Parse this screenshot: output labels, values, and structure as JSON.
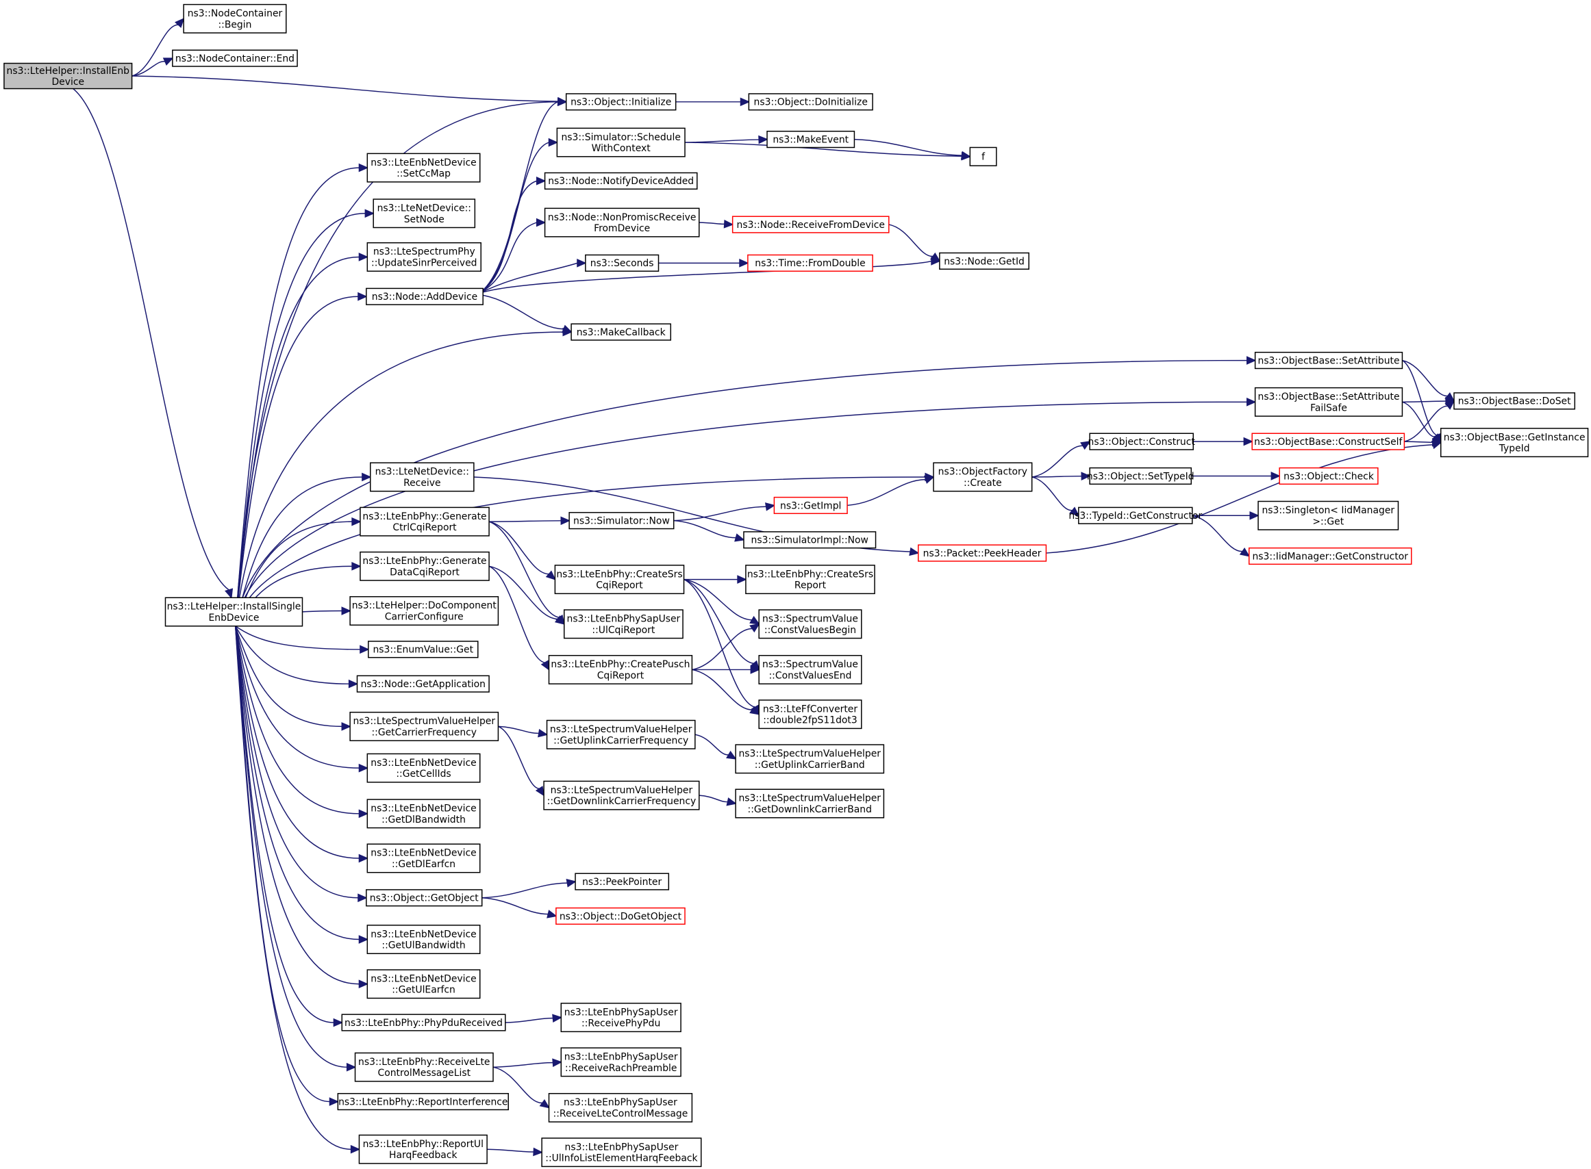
{
  "title": "Call graph of ns3::LteHelper::InstallEnbDevice",
  "colors": {
    "edge": "#191970",
    "root_fill": "#bfbfbf",
    "broken_border": "#ff0000",
    "border": "#000000"
  },
  "nodes": [
    {
      "id": "root",
      "lines": [
        "ns3::LteHelper::InstallEnb",
        "Device"
      ],
      "style": "root"
    },
    {
      "id": "ncBegin",
      "lines": [
        "ns3::NodeContainer",
        "::Begin"
      ]
    },
    {
      "id": "ncEnd",
      "lines": [
        "ns3::NodeContainer::End"
      ]
    },
    {
      "id": "objInit",
      "lines": [
        "ns3::Object::Initialize"
      ]
    },
    {
      "id": "objDoInit",
      "lines": [
        "ns3::Object::DoInitialize"
      ]
    },
    {
      "id": "schedCtx",
      "lines": [
        "ns3::Simulator::Schedule",
        "WithContext"
      ]
    },
    {
      "id": "makeEvent",
      "lines": [
        "ns3::MakeEvent"
      ]
    },
    {
      "id": "f",
      "lines": [
        "f"
      ]
    },
    {
      "id": "notifyDev",
      "lines": [
        "ns3::Node::NotifyDeviceAdded"
      ]
    },
    {
      "id": "nonPromisc",
      "lines": [
        "ns3::Node::NonPromiscReceive",
        "FromDevice"
      ]
    },
    {
      "id": "recvFromDev",
      "lines": [
        "ns3::Node::ReceiveFromDevice"
      ],
      "style": "red"
    },
    {
      "id": "nodeGetId",
      "lines": [
        "ns3::Node::GetId"
      ]
    },
    {
      "id": "seconds",
      "lines": [
        "ns3::Seconds"
      ]
    },
    {
      "id": "fromDouble",
      "lines": [
        "ns3::Time::FromDouble"
      ],
      "style": "red"
    },
    {
      "id": "setCcMap",
      "lines": [
        "ns3::LteEnbNetDevice",
        "::SetCcMap"
      ]
    },
    {
      "id": "setNode",
      "lines": [
        "ns3::LteNetDevice::",
        "SetNode"
      ]
    },
    {
      "id": "updSinr",
      "lines": [
        "ns3::LteSpectrumPhy",
        "::UpdateSinrPerceived"
      ]
    },
    {
      "id": "addDevice",
      "lines": [
        "ns3::Node::AddDevice"
      ]
    },
    {
      "id": "makeCallback",
      "lines": [
        "ns3::MakeCallback"
      ]
    },
    {
      "id": "setAttr",
      "lines": [
        "ns3::ObjectBase::SetAttribute"
      ]
    },
    {
      "id": "setAttrFS",
      "lines": [
        "ns3::ObjectBase::SetAttribute",
        "FailSafe"
      ]
    },
    {
      "id": "doSet",
      "lines": [
        "ns3::ObjectBase::DoSet"
      ]
    },
    {
      "id": "getInstTid",
      "lines": [
        "ns3::ObjectBase::GetInstance",
        "TypeId"
      ]
    },
    {
      "id": "construct",
      "lines": [
        "ns3::Object::Construct"
      ]
    },
    {
      "id": "constructSelf",
      "lines": [
        "ns3::ObjectBase::ConstructSelf"
      ],
      "style": "red"
    },
    {
      "id": "ofCreate",
      "lines": [
        "ns3::ObjectFactory",
        "::Create"
      ]
    },
    {
      "id": "setTypeId",
      "lines": [
        "ns3::Object::SetTypeId"
      ]
    },
    {
      "id": "objCheck",
      "lines": [
        "ns3::Object::Check"
      ],
      "style": "red"
    },
    {
      "id": "tidGetCtor",
      "lines": [
        "ns3::TypeId::GetConstructor"
      ]
    },
    {
      "id": "singleton",
      "lines": [
        "ns3::Singleton< IidManager",
        ">::Get"
      ]
    },
    {
      "id": "iidGetCtor",
      "lines": [
        "ns3::IidManager::GetConstructor"
      ],
      "style": "red"
    },
    {
      "id": "lndReceive",
      "lines": [
        "ns3::LteNetDevice::",
        "Receive"
      ]
    },
    {
      "id": "peekHeader",
      "lines": [
        "ns3::Packet::PeekHeader"
      ],
      "style": "red"
    },
    {
      "id": "getImpl",
      "lines": [
        "ns3::GetImpl"
      ],
      "style": "red"
    },
    {
      "id": "simNow",
      "lines": [
        "ns3::Simulator::Now"
      ]
    },
    {
      "id": "simImplNow",
      "lines": [
        "ns3::SimulatorImpl::Now"
      ]
    },
    {
      "id": "genCtrlCqi",
      "lines": [
        "ns3::LteEnbPhy::Generate",
        "CtrlCqiReport"
      ]
    },
    {
      "id": "genDataCqi",
      "lines": [
        "ns3::LteEnbPhy::Generate",
        "DataCqiReport"
      ]
    },
    {
      "id": "createSrsCqi",
      "lines": [
        "ns3::LteEnbPhy::CreateSrs",
        "CqiReport"
      ]
    },
    {
      "id": "createSrsRep",
      "lines": [
        "ns3::LteEnbPhy::CreateSrs",
        "Report"
      ]
    },
    {
      "id": "installSingle",
      "lines": [
        "ns3::LteHelper::InstallSingle",
        "EnbDevice"
      ]
    },
    {
      "id": "doCompCC",
      "lines": [
        "ns3::LteHelper::DoComponent",
        "CarrierConfigure"
      ]
    },
    {
      "id": "ulCqiRep",
      "lines": [
        "ns3::LteEnbPhySapUser",
        "::UlCqiReport"
      ]
    },
    {
      "id": "cvBegin",
      "lines": [
        "ns3::SpectrumValue",
        "::ConstValuesBegin"
      ]
    },
    {
      "id": "enumGet",
      "lines": [
        "ns3::EnumValue::Get"
      ]
    },
    {
      "id": "createPusch",
      "lines": [
        "ns3::LteEnbPhy::CreatePusch",
        "CqiReport"
      ]
    },
    {
      "id": "cvEnd",
      "lines": [
        "ns3::SpectrumValue",
        "::ConstValuesEnd"
      ]
    },
    {
      "id": "getApp",
      "lines": [
        "ns3::Node::GetApplication"
      ]
    },
    {
      "id": "ffConv",
      "lines": [
        "ns3::LteFfConverter",
        "::double2fpS11dot3"
      ]
    },
    {
      "id": "getCarrierFreq",
      "lines": [
        "ns3::LteSpectrumValueHelper",
        "::GetCarrierFrequency"
      ]
    },
    {
      "id": "getUlCarrierFreq",
      "lines": [
        "ns3::LteSpectrumValueHelper",
        "::GetUplinkCarrierFrequency"
      ]
    },
    {
      "id": "getUlBand",
      "lines": [
        "ns3::LteSpectrumValueHelper",
        "::GetUplinkCarrierBand"
      ]
    },
    {
      "id": "getCellIds",
      "lines": [
        "ns3::LteEnbNetDevice",
        "::GetCellIds"
      ]
    },
    {
      "id": "getDlCarrierFreq",
      "lines": [
        "ns3::LteSpectrumValueHelper",
        "::GetDownlinkCarrierFrequency"
      ]
    },
    {
      "id": "getDlBand",
      "lines": [
        "ns3::LteSpectrumValueHelper",
        "::GetDownlinkCarrierBand"
      ]
    },
    {
      "id": "getDlBw",
      "lines": [
        "ns3::LteEnbNetDevice",
        "::GetDlBandwidth"
      ]
    },
    {
      "id": "getDlEarfcn",
      "lines": [
        "ns3::LteEnbNetDevice",
        "::GetDlEarfcn"
      ]
    },
    {
      "id": "peekPointer",
      "lines": [
        "ns3::PeekPointer"
      ]
    },
    {
      "id": "getObject",
      "lines": [
        "ns3::Object::GetObject"
      ]
    },
    {
      "id": "doGetObject",
      "lines": [
        "ns3::Object::DoGetObject"
      ],
      "style": "red"
    },
    {
      "id": "getUlBw",
      "lines": [
        "ns3::LteEnbNetDevice",
        "::GetUlBandwidth"
      ]
    },
    {
      "id": "getUlEarfcn",
      "lines": [
        "ns3::LteEnbNetDevice",
        "::GetUlEarfcn"
      ]
    },
    {
      "id": "phyPduRecv",
      "lines": [
        "ns3::LteEnbPhy::PhyPduReceived"
      ]
    },
    {
      "id": "recvPhyPdu",
      "lines": [
        "ns3::LteEnbPhySapUser",
        "::ReceivePhyPdu"
      ]
    },
    {
      "id": "recvLteCtrlList",
      "lines": [
        "ns3::LteEnbPhy::ReceiveLte",
        "ControlMessageList"
      ]
    },
    {
      "id": "recvRach",
      "lines": [
        "ns3::LteEnbPhySapUser",
        "::ReceiveRachPreamble"
      ]
    },
    {
      "id": "reportInterf",
      "lines": [
        "ns3::LteEnbPhy::ReportInterference"
      ]
    },
    {
      "id": "recvLteCtrlMsg",
      "lines": [
        "ns3::LteEnbPhySapUser",
        "::ReceiveLteControlMessage"
      ]
    },
    {
      "id": "reportUlHarq",
      "lines": [
        "ns3::LteEnbPhy::ReportUl",
        "HarqFeedback"
      ]
    },
    {
      "id": "ulInfoHarq",
      "lines": [
        "ns3::LteEnbPhySapUser",
        "::UlInfoListElementHarqFeeback"
      ]
    }
  ],
  "edges": [
    [
      "root",
      "ncBegin"
    ],
    [
      "root",
      "ncEnd"
    ],
    [
      "root",
      "objInit"
    ],
    [
      "root",
      "installSingle"
    ],
    [
      "objInit",
      "objDoInit"
    ],
    [
      "schedCtx",
      "makeEvent"
    ],
    [
      "schedCtx",
      "f"
    ],
    [
      "makeEvent",
      "f"
    ],
    [
      "nonPromisc",
      "recvFromDev"
    ],
    [
      "recvFromDev",
      "nodeGetId"
    ],
    [
      "seconds",
      "fromDouble"
    ],
    [
      "addDevice",
      "objInit"
    ],
    [
      "addDevice",
      "schedCtx"
    ],
    [
      "addDevice",
      "notifyDev"
    ],
    [
      "addDevice",
      "nonPromisc"
    ],
    [
      "addDevice",
      "seconds"
    ],
    [
      "addDevice",
      "nodeGetId"
    ],
    [
      "addDevice",
      "makeCallback"
    ],
    [
      "setAttr",
      "doSet"
    ],
    [
      "setAttr",
      "getInstTid"
    ],
    [
      "setAttrFS",
      "doSet"
    ],
    [
      "setAttrFS",
      "getInstTid"
    ],
    [
      "constructSelf",
      "doSet"
    ],
    [
      "constructSelf",
      "getInstTid"
    ],
    [
      "construct",
      "constructSelf"
    ],
    [
      "setTypeId",
      "objCheck"
    ],
    [
      "ofCreate",
      "construct"
    ],
    [
      "ofCreate",
      "setTypeId"
    ],
    [
      "ofCreate",
      "tidGetCtor"
    ],
    [
      "tidGetCtor",
      "singleton"
    ],
    [
      "tidGetCtor",
      "iidGetCtor"
    ],
    [
      "lndReceive",
      "peekHeader"
    ],
    [
      "peekHeader",
      "getInstTid"
    ],
    [
      "getImpl",
      "ofCreate"
    ],
    [
      "simNow",
      "getImpl"
    ],
    [
      "simNow",
      "simImplNow"
    ],
    [
      "genCtrlCqi",
      "simNow"
    ],
    [
      "genCtrlCqi",
      "createSrsCqi"
    ],
    [
      "genCtrlCqi",
      "ulCqiRep"
    ],
    [
      "genDataCqi",
      "ulCqiRep"
    ],
    [
      "genDataCqi",
      "createPusch"
    ],
    [
      "createSrsCqi",
      "createSrsRep"
    ],
    [
      "createSrsCqi",
      "cvBegin"
    ],
    [
      "createSrsCqi",
      "cvEnd"
    ],
    [
      "createSrsCqi",
      "ffConv"
    ],
    [
      "createPusch",
      "cvBegin"
    ],
    [
      "createPusch",
      "cvEnd"
    ],
    [
      "createPusch",
      "ffConv"
    ],
    [
      "getCarrierFreq",
      "getUlCarrierFreq"
    ],
    [
      "getCarrierFreq",
      "getDlCarrierFreq"
    ],
    [
      "getUlCarrierFreq",
      "getUlBand"
    ],
    [
      "getDlCarrierFreq",
      "getDlBand"
    ],
    [
      "getObject",
      "peekPointer"
    ],
    [
      "getObject",
      "doGetObject"
    ],
    [
      "phyPduRecv",
      "recvPhyPdu"
    ],
    [
      "recvLteCtrlList",
      "recvRach"
    ],
    [
      "recvLteCtrlList",
      "recvLteCtrlMsg"
    ],
    [
      "reportUlHarq",
      "ulInfoHarq"
    ],
    [
      "installSingle",
      "objInit"
    ],
    [
      "installSingle",
      "setCcMap"
    ],
    [
      "installSingle",
      "setNode"
    ],
    [
      "installSingle",
      "updSinr"
    ],
    [
      "installSingle",
      "addDevice"
    ],
    [
      "installSingle",
      "makeCallback"
    ],
    [
      "installSingle",
      "setAttr"
    ],
    [
      "installSingle",
      "setAttrFS"
    ],
    [
      "installSingle",
      "ofCreate"
    ],
    [
      "installSingle",
      "lndReceive"
    ],
    [
      "installSingle",
      "genCtrlCqi"
    ],
    [
      "installSingle",
      "genDataCqi"
    ],
    [
      "installSingle",
      "doCompCC"
    ],
    [
      "installSingle",
      "enumGet"
    ],
    [
      "installSingle",
      "getApp"
    ],
    [
      "installSingle",
      "getCarrierFreq"
    ],
    [
      "installSingle",
      "getCellIds"
    ],
    [
      "installSingle",
      "getDlBw"
    ],
    [
      "installSingle",
      "getDlEarfcn"
    ],
    [
      "installSingle",
      "getObject"
    ],
    [
      "installSingle",
      "getUlBw"
    ],
    [
      "installSingle",
      "getUlEarfcn"
    ],
    [
      "installSingle",
      "phyPduRecv"
    ],
    [
      "installSingle",
      "recvLteCtrlList"
    ],
    [
      "installSingle",
      "reportInterf"
    ],
    [
      "installSingle",
      "reportUlHarq"
    ]
  ]
}
